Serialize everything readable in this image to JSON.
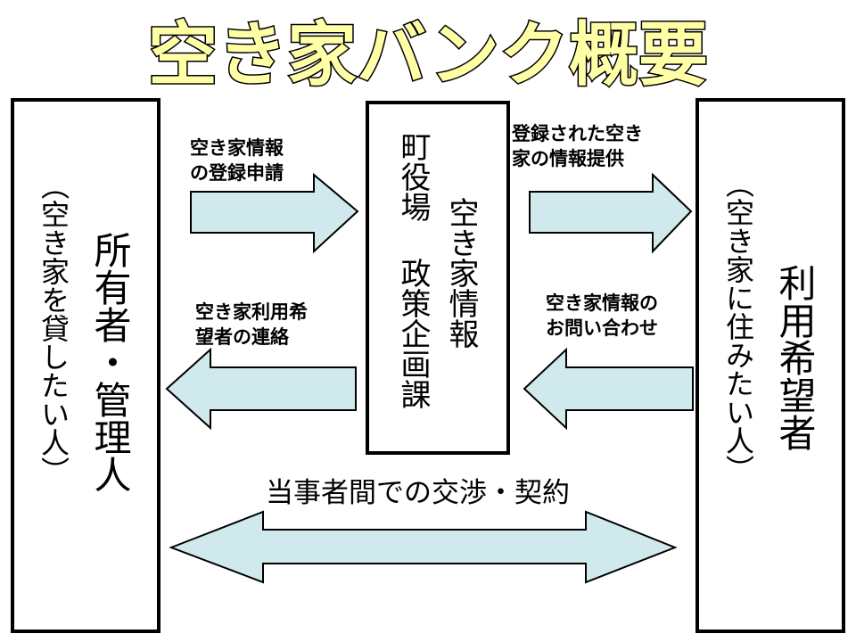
{
  "title": "空き家バンク概要",
  "colors": {
    "title_fill": "#ffffa6",
    "title_stroke": "#000000",
    "arrow_fill": "#cfe9ec",
    "arrow_stroke": "#000000",
    "box_border": "#000000"
  },
  "left_box": {
    "main": "所有者・管理人",
    "sub": "（空き家を貸したい人）"
  },
  "center_box": {
    "col1": "町役場",
    "col2": "政策企画課",
    "col3": "空き家情報"
  },
  "right_box": {
    "main": "利用希望者",
    "sub": "（空き家に住みたい人）"
  },
  "flows": {
    "top_left": "空き家情報\nの登録申請",
    "top_right": "登録された空き\n家の情報提供",
    "mid_left": "空き家利用希\n望者の連絡",
    "mid_right": "空き家情報の\nお問い合わせ"
  },
  "bottom_label": "当事者間での交渉・契約"
}
